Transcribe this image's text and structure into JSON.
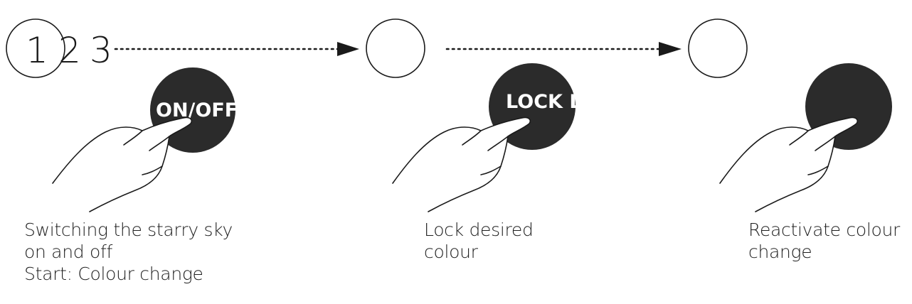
{
  "step_numbers": [
    "1",
    "2",
    "3"
  ],
  "buttons": {
    "power": "ON/OFF",
    "lock": "LOCK L",
    "reactivate": ""
  },
  "captions": {
    "step1": [
      "Switching the starry sky",
      "on and off",
      "Start: Colour change"
    ],
    "step2": [
      "Lock desired",
      "colour"
    ],
    "step3": [
      "Reactivate colour",
      "change"
    ]
  },
  "colors": {
    "button_fill": "#2b2b2b",
    "line": "#1a1a1a",
    "background": "#ffffff"
  }
}
